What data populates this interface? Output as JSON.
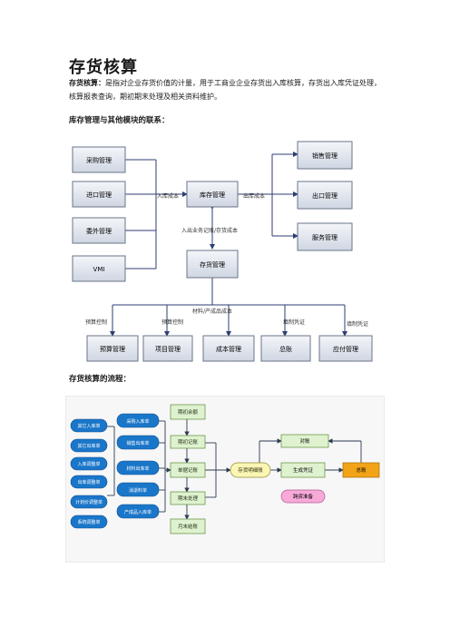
{
  "doc": {
    "title": "存货核算",
    "intro_bold": "存货核算：",
    "intro_text": "是指对企业存货价值的计量，用于工商业企业存货出入库核算，存货出入库凭证处理，核算报表查询，期初期末处理及相关资料维护。",
    "section1_heading": "库存管理与其他模块的联系：",
    "section2_heading": "存货核算的流程："
  },
  "diagram1": {
    "left_boxes": [
      "采购管理",
      "进口管理",
      "委外管理",
      "VMI"
    ],
    "center_box": "库存管理",
    "right_boxes": [
      "销售管理",
      "出口管理",
      "服务管理"
    ],
    "inventory_box": "存货管理",
    "bottom_boxes": [
      "预算管理",
      "项目管理",
      "成本管理",
      "总账",
      "应付管理"
    ],
    "labels": {
      "in_cost": "入库成本",
      "out_cost": "出库成本",
      "business_record": "入出业务记账/存货成本",
      "material_cost": "材料/产成品成本",
      "budget_control_1": "预算控制",
      "budget_control_2": "预算控制",
      "voucher_1": "填制凭证",
      "voucher_2": "填制凭证"
    }
  },
  "diagram2": {
    "left_col": [
      "其它入库单",
      "其它出库单",
      "入库调整单",
      "出库调整单",
      "计划价调整单",
      "系统调整单"
    ],
    "mid_col": [
      "采购入库单",
      "销售出库单",
      "材料出库单",
      "消退料单",
      "产成品入库单"
    ],
    "flow_col": [
      "期初余额",
      "期初记账",
      "单据记账",
      "期末处理",
      "月末结账"
    ],
    "ledger": "存货明细账",
    "reconcile": "对账",
    "gen_voucher": "生成凭证",
    "general_ledger": "总账",
    "cross_prep": "跨资准备"
  }
}
